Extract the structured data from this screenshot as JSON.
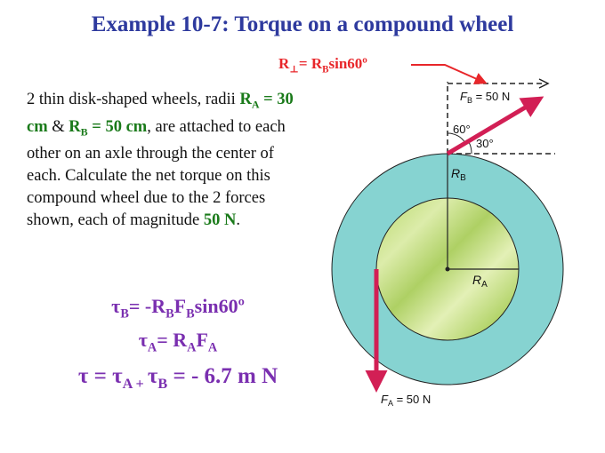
{
  "title": "Example 10-7: Torque on a compound wheel",
  "rperp": {
    "r": "R",
    "perp": "⊥",
    "eq": "=  R",
    "sub": "B",
    "rest": "sin60º"
  },
  "description": {
    "p1": "2 thin disk-shaped wheels, radii ",
    "ra": "R",
    "ra_sub": "A",
    "ra_val": " = 30 cm",
    "amp": " & ",
    "rb": "R",
    "rb_sub": "B",
    "rb_val": " = 50 cm",
    "p2": ", are attached to each other on an axle through the center of each. Calculate the net torque on this compound wheel due to the 2 forces shown, each of magnitude ",
    "mag": "50 N",
    "p3": "."
  },
  "equations": {
    "eq1": {
      "a": "τ",
      "a_sub": "B",
      "b": "= -R",
      "b_sub": "B",
      "c": "F",
      "c_sub": "B",
      "d": "sin60º"
    },
    "eq2": {
      "a": "τ",
      "a_sub": "A",
      "b": "= R",
      "b_sub": "A",
      "c": "F",
      "c_sub": "A"
    },
    "eq3": {
      "a": "τ = τ",
      "a_sub": "A + ",
      "b": "τ",
      "b_sub": "B",
      "c": " = - 6.7 m N"
    }
  },
  "diagram": {
    "fb_label": {
      "f": "F",
      "sub": "B",
      "val": " = 50 N"
    },
    "fa_label": {
      "f": "F",
      "sub": "A",
      "val": " = 50 N"
    },
    "rb_label": {
      "r": "R",
      "sub": "B"
    },
    "ra_label": {
      "r": "R",
      "sub": "A"
    },
    "angle60": "60°",
    "angle30": "30°"
  },
  "colors": {
    "title": "#2e3a9e",
    "accent_red": "#e8262a",
    "green_text": "#1a7a1a",
    "equation": "#7a2fb0",
    "outer_wheel": "#86d3d1",
    "inner_wheel": "#c6e07a",
    "force_arrow": "#d21f55"
  }
}
